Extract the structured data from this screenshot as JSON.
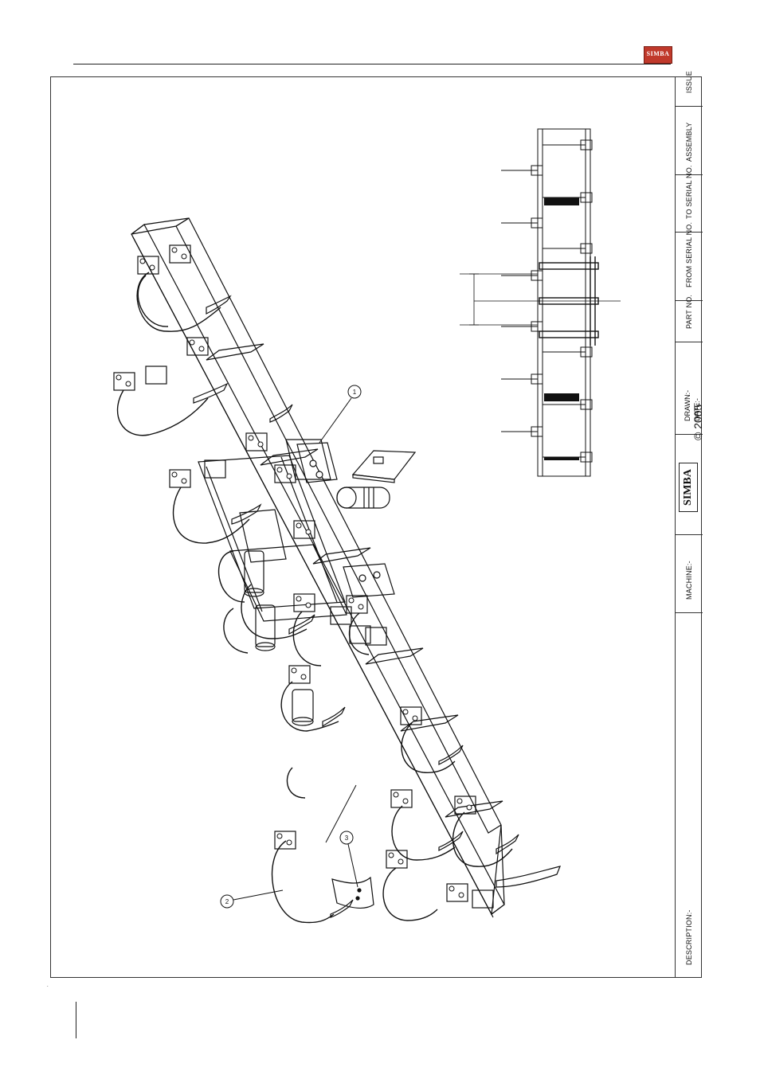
{
  "logo": {
    "text": "SIMBA"
  },
  "title_block": {
    "issue_label": "ISSUE",
    "assembly_label": "ASSEMBLY",
    "to_serial_label": "TO SERIAL NO.",
    "from_serial_label": "FROM SERIAL NO.",
    "part_no_label": "PART NO.",
    "drawn_label": "DRAWN:-",
    "date_label": "DATE:-",
    "brand": "SIMBA",
    "copyright": "© 2005",
    "machine_label": "MACHINE:-",
    "description_label": "DESCRIPTION:-"
  },
  "callouts": [
    "1",
    "2",
    "3"
  ],
  "page_mark": "."
}
